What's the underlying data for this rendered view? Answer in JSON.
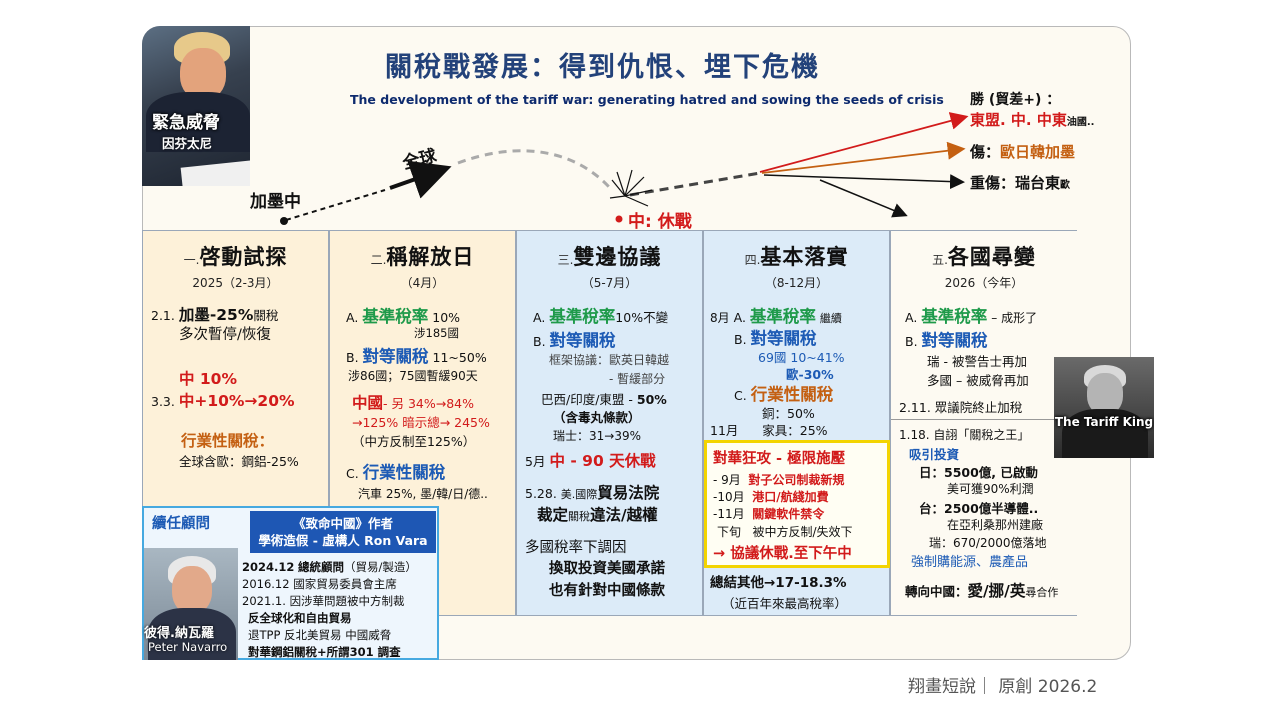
{
  "title": "關稅戰發展：得到仇恨、埋下危機",
  "subtitle": "The development of the tariff war: generating hatred and sowing the seeds of crisis",
  "photo_top": {
    "caption1": "緊急威脅",
    "caption2": "因芬太尼"
  },
  "timeline": {
    "start_label": "加墨中",
    "global_label": "全球",
    "truce_label": "中: 休戰",
    "win_label": "勝 (貿差+) ：",
    "win_items": "東盟. 中. 中東",
    "win_small": "油國..",
    "hurt_label": "傷：",
    "hurt_items": "歐日韓加墨",
    "severe_label": "重傷：瑞台東",
    "severe_small": "歐"
  },
  "colors": {
    "title": "#23427a",
    "green": "#1e9a4a",
    "blue": "#1d5bb5",
    "red": "#d21b1b",
    "orange": "#c46012",
    "yellow_border": "#f3d400",
    "navarro_border": "#46a9e0"
  },
  "col1": {
    "num": "一.",
    "title": "啓動試探",
    "sub": "2025（2-3月）",
    "l1a": "2.1.",
    "l1b": "加墨-25%",
    "l1c": "關稅",
    "l2": "多次暫停/恢復",
    "l3": "中  10%",
    "l4a": "3.3.",
    "l4b": "中+10%→20%",
    "l5": "行業性關稅：",
    "l6": "全球含歐：鋼鋁-25%"
  },
  "col2": {
    "num": "二.",
    "title": "稱解放日",
    "sub": "（4月）",
    "a": "A.",
    "a_title": "基準稅率",
    "a_val": "10%",
    "a_sub": "涉185國",
    "b": "B.",
    "b_title": "對等關稅",
    "b_val": "11~50%",
    "b_sub": "涉86國；75國暫緩90天",
    "cn1a": "中國",
    "cn1b": "- 另 34%→84%",
    "cn2a": "→125%",
    "cn2b": "暗示總→ 245%",
    "cn3": "（中方反制至125%）",
    "c": "C.",
    "c_title": "行業性關稅",
    "c_sub": "汽車 25%, 墨/韓/日/德.."
  },
  "col3": {
    "num": "三.",
    "title": "雙邊協議",
    "sub": "（5-7月）",
    "a": "A.",
    "a_title": "基準稅率",
    "a_val": "10%不變",
    "b": "B.",
    "b_title": "對等關稅",
    "f1": "框架協議：歐英日韓越",
    "f2": "- 暫緩部分",
    "f3a": "巴西/印度/東盟 -",
    "f3b": "50%",
    "f4": "（含毒丸條款）",
    "f5": "瑞士：31→39%",
    "may_a": "5月",
    "may_b": "中 - 90 天休戰",
    "court_a": "5.28.",
    "court_b": "美.國際",
    "court_c": "貿易法院",
    "court2a": "裁定",
    "court2b": "關稅",
    "court2c": "違法/越權",
    "down1": "多國稅率下調因",
    "down2": "換取投資美國承諾",
    "down3": "也有針對中國條款"
  },
  "col4": {
    "num": "四.",
    "title": "基本落實",
    "sub": "（8-12月）",
    "a_pre": "8月",
    "a": "A.",
    "a_title": "基準稅率",
    "a_val": "繼續",
    "b": "B.",
    "b_title": "對等關稅",
    "b_sub1": "69國 10~41%",
    "b_sub2": "歐-30%",
    "c": "C.",
    "c_title": "行業性關稅",
    "c_sub1": "銅：50%",
    "c_sub2a": "11月",
    "c_sub2b": "家具：25%",
    "box_title": "對華狂攻  - 極限施壓",
    "box1a": "- 9月",
    "box1b": "對子公司制裁新規",
    "box2a": "-10月",
    "box2b": "港口/航綫加費",
    "box3a": "-11月",
    "box3b": "關鍵軟件禁令",
    "box4a": "下旬",
    "box4b": "被中方反制/失效下",
    "box5": "→ 協議休戰.至下午中",
    "sum1": "總結其他→17-18.3%",
    "sum2": "（近百年來最高稅率）"
  },
  "col5": {
    "num": "五.",
    "title": "各國尋變",
    "sub": "2026（今年）",
    "a": "A.",
    "a_title": "基準稅率",
    "a_val": "– 成形了",
    "b": "B.",
    "b_title": "對等關稅",
    "b1": "瑞 - 被警告士再加",
    "b2": "多國 – 被威脅再加",
    "senate": "2.11. 眾議院終止加稅",
    "king1": "1.18.    自詡「關稅之王」",
    "king2": "吸引投資",
    "jp1": "日：5500億, 已啟動",
    "jp2": "美可獲90%利潤",
    "tw1": "台：2500億半導體..",
    "tw2": "在亞利桑那州建廠",
    "ch1": "瑞：670/2000億落地",
    "energy": "強制購能源、農產品",
    "turn1": "轉向中國：",
    "turn2": "愛/挪/英",
    "turn3": "尋合作"
  },
  "tariff_king": "The Tariff King",
  "navarro": {
    "head": "續任顧問",
    "blue1": "《致命中國》作者",
    "blue2": "學術造假 - 虛構人 Ron Vara",
    "r1a": "2024.12",
    "r1b": "總統顧問",
    "r1c": "（貿易/製造）",
    "r2a": "2016.12",
    "r2b": "國家貿易委員會主席",
    "r3a": "2021.1.",
    "r3b": "因涉華問題被中方制裁",
    "r4": "反全球化和自由貿易",
    "r5a": "退TPP 反北美貿易",
    "r5b": "中國威脅",
    "r6": "對華鋼鋁關稅+所謂301 調查",
    "cap1": "彼得.納瓦羅",
    "cap2": "Peter Navarro"
  },
  "footer": "翔畫短說｜ 原創 2026.2"
}
